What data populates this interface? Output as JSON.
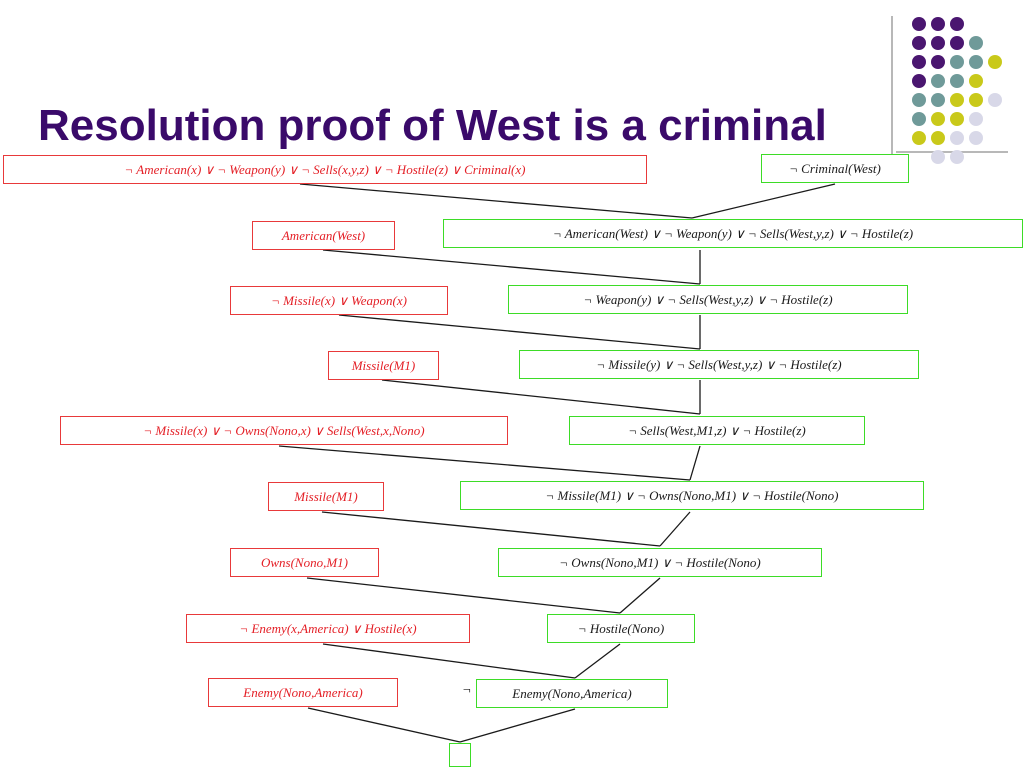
{
  "slide": {
    "title": "Resolution proof of West is a criminal",
    "title_color": "#3a0a6a"
  },
  "decoration": {
    "dot_grid": [
      [
        "#4a1670",
        "#4a1670",
        "#4a1670",
        "",
        ""
      ],
      [
        "#4a1670",
        "#4a1670",
        "#4a1670",
        "#6f9a99",
        ""
      ],
      [
        "#4a1670",
        "#4a1670",
        "#6f9a99",
        "#6f9a99",
        "#c9c91a"
      ],
      [
        "#4a1670",
        "#6f9a99",
        "#6f9a99",
        "#c9c91a",
        ""
      ],
      [
        "#6f9a99",
        "#6f9a99",
        "#c9c91a",
        "#c9c91a",
        "#d8d8e8"
      ],
      [
        "#6f9a99",
        "#c9c91a",
        "#c9c91a",
        "#d8d8e8",
        ""
      ],
      [
        "#c9c91a",
        "#c9c91a",
        "#d8d8e8",
        "#d8d8e8",
        ""
      ],
      [
        "",
        "#d8d8e8",
        "#d8d8e8",
        "",
        ""
      ]
    ],
    "line_color": "#b8b8b8"
  },
  "colors": {
    "given_border": "#e8393a",
    "given_text": "#e41f26",
    "derived_border": "#3ddc27",
    "derived_text": "#1a1a1a",
    "edge": "#1a1a1a"
  },
  "clauses": {
    "given": [
      "¬ American(x)   ∨ ¬ Weapon(y)   ∨ ¬ Sells(x,y,z)    ∨ ¬ Hostile(z)   ∨ Criminal(x)",
      "American(West)",
      "¬ Missile(x)   ∨ Weapon(x)",
      "Missile(M1)",
      "¬ Missile(x)   ∨ ¬ Owns(Nono,x)   ∨ Sells(West,x,Nono)",
      "Missile(M1)",
      "Owns(Nono,M1)",
      "¬ Enemy(x,America)   ∨ Hostile(x)",
      "Enemy(Nono,America)"
    ],
    "derived": [
      "¬ Criminal(West)",
      "¬ American(West)   ∨ ¬ Weapon(y)   ∨ ¬ Sells(West,y,z)    ∨ ¬ Hostile(z)",
      "¬ Weapon(y)   ∨ ¬ Sells(West,y,z)    ∨ ¬ Hostile(z)",
      "¬ Missile(y)   ∨ ¬ Sells(West,y,z)    ∨ ¬ Hostile(z)",
      "¬ Sells(West,M1,z)    ∨ ¬ Hostile(z)",
      "¬ Missile(M1)   ∨ ¬ Owns(Nono,M1)   ∨ ¬ Hostile(Nono)",
      "¬ Owns(Nono,M1)   ∨ ¬ Hostile(Nono)",
      "¬ Hostile(Nono)",
      "Enemy(Nono,America)",
      ""
    ],
    "negation_symbol": "¬"
  }
}
